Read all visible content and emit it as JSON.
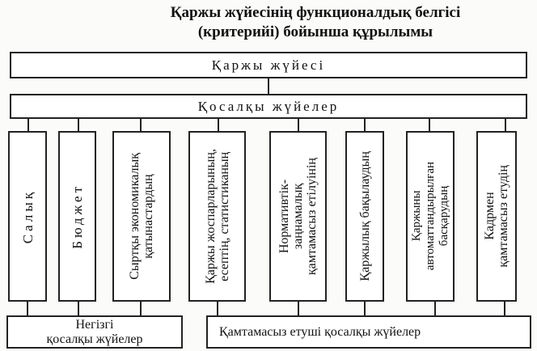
{
  "title": {
    "line1": "Қаржы жүйесінің функционалдық белгісі",
    "line2": "(критерийі) бойынша құрылымы"
  },
  "top_box": "Қаржы жүйесі",
  "sub_box": "Қосалқы жүйелер",
  "subsystems": [
    "Салық",
    "Бюджет",
    "Сыртқы экономикалық\nқатынастардың",
    "Қаржы жоспарларының,\nесептің, статистиканың",
    "Нормативтік-\nзаңнамалық\nқамтамасыз етілуінің",
    "Қаржылық бақылаудың",
    "Қаржыны\nавтоматтандырылған\nбасқарудың",
    "Кадрмен\nқамтамасыз етудің"
  ],
  "groups": {
    "main": "Негізгі\nқосалқы жүйелер",
    "support": "Қамтамасыз етуші қосалқы жүйелер"
  }
}
